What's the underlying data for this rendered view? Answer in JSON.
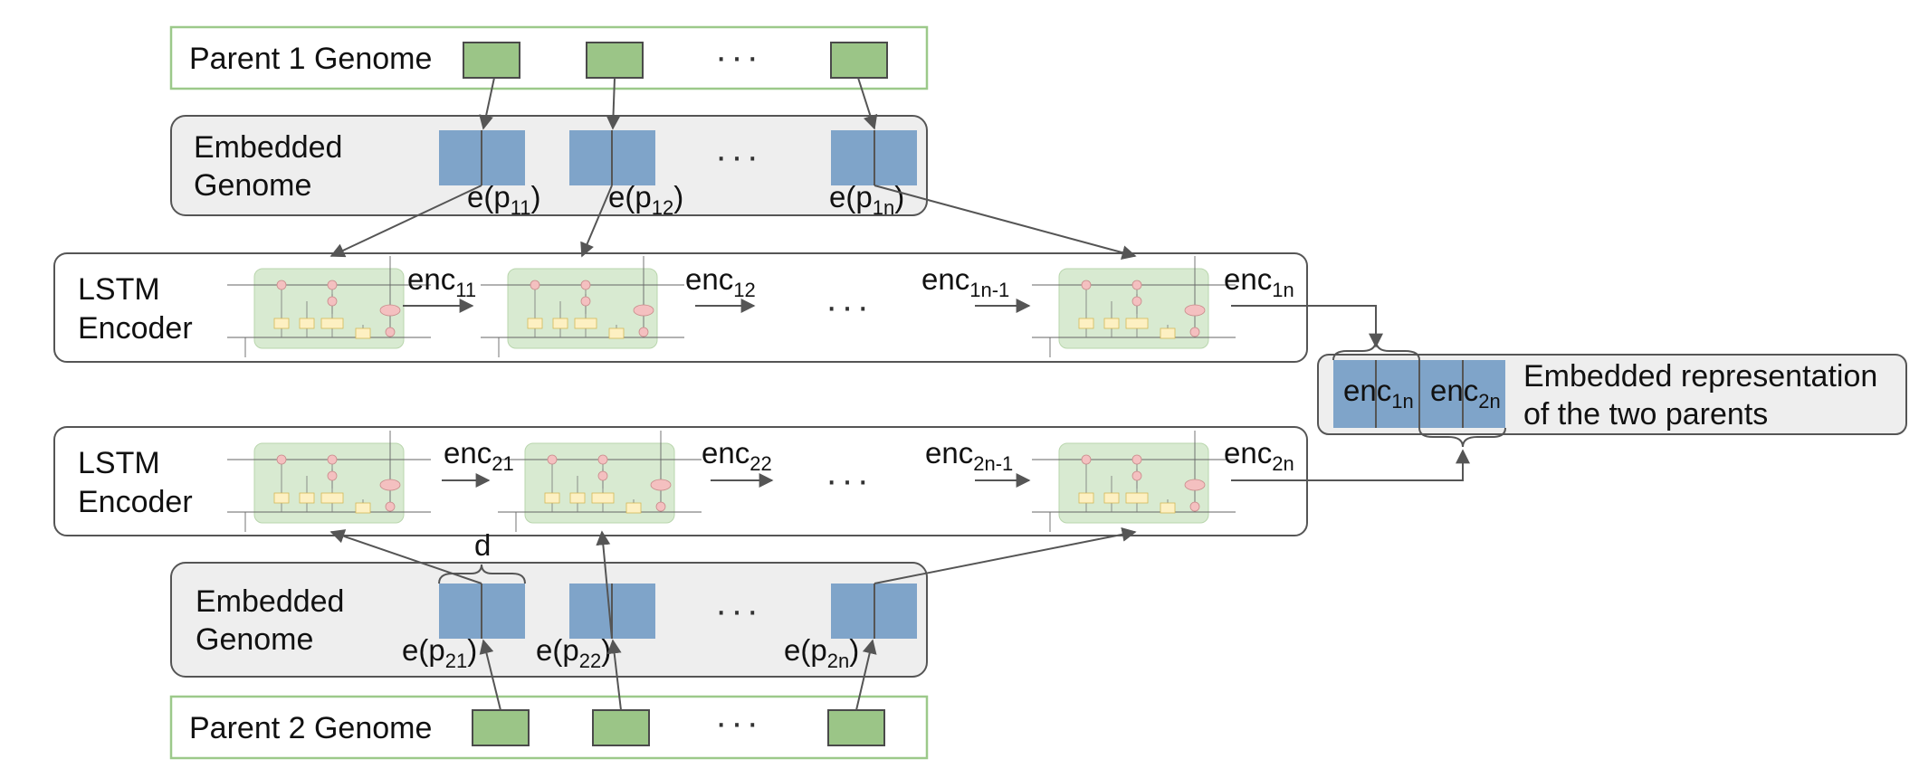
{
  "colors": {
    "gene": "#9bc587",
    "embedding": "#7fa4c9",
    "lstm_cell": "#d8ead1",
    "gate": "#fdf0c2",
    "tanh_node": "#f4c0c0",
    "panel_grey": "#eeeeee",
    "genome_border": "#9cc98a",
    "arrow": "#555555"
  },
  "parent1": {
    "label": "Parent 1 Genome",
    "ellipsis": "···"
  },
  "embedded1": {
    "label_line1": "Embedded",
    "label_line2": "Genome",
    "ellipsis": "···",
    "items": [
      {
        "base": "e(p",
        "sub": "11",
        "close": ")"
      },
      {
        "base": "e(p",
        "sub": "12",
        "close": ")"
      },
      {
        "base": "e(p",
        "sub": "1n",
        "close": ")"
      }
    ]
  },
  "lstm1": {
    "label_line1": "LSTM",
    "label_line2": "Encoder",
    "ellipsis": "···",
    "encs": [
      {
        "base": "enc",
        "sub": "11"
      },
      {
        "base": "enc",
        "sub": "12"
      },
      {
        "base": "enc",
        "sub": "1n-1"
      },
      {
        "base": "enc",
        "sub": "1n"
      }
    ]
  },
  "lstm2": {
    "label_line1": "LSTM",
    "label_line2": "Encoder",
    "ellipsis": "···",
    "encs": [
      {
        "base": "enc",
        "sub": "21"
      },
      {
        "base": "enc",
        "sub": "22"
      },
      {
        "base": "enc",
        "sub": "2n-1"
      },
      {
        "base": "enc",
        "sub": "2n"
      }
    ]
  },
  "embedded2": {
    "label_line1": "Embedded",
    "label_line2": "Genome",
    "ellipsis": "···",
    "dim_label": "d",
    "items": [
      {
        "base": "e(p",
        "sub": "21",
        "close": ")"
      },
      {
        "base": "e(p",
        "sub": "22",
        "close": ")"
      },
      {
        "base": "e(p",
        "sub": "2n",
        "close": ")"
      }
    ]
  },
  "parent2": {
    "label": "Parent 2 Genome",
    "ellipsis": "···"
  },
  "representation": {
    "label_line1": "Embedded representation",
    "label_line2": "of the two parents",
    "enc_a": {
      "base": "enc",
      "sub": "1n"
    },
    "enc_b": {
      "base": "enc",
      "sub": "2n"
    }
  }
}
